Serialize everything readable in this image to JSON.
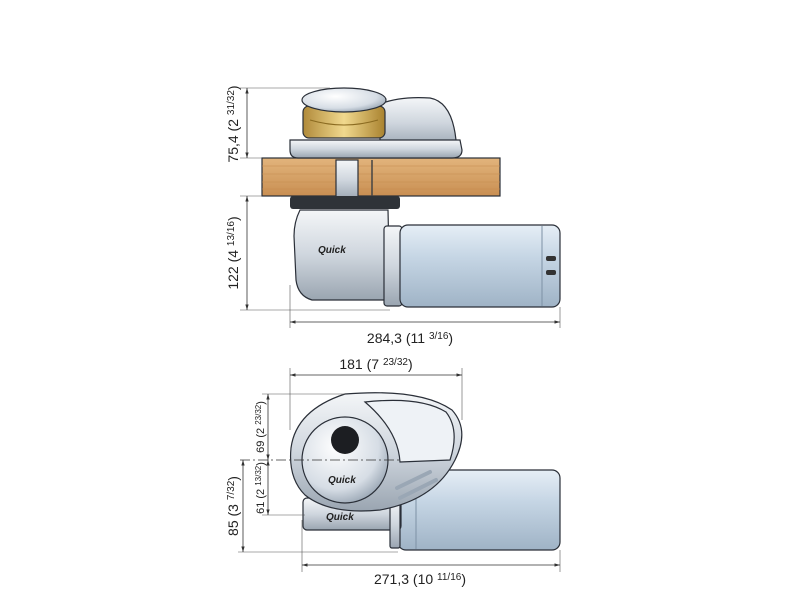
{
  "drawing": {
    "side_view": {
      "height_above_deck": {
        "main": "75,4 (2 ",
        "frac": "31/32",
        "close": ")"
      },
      "height_below_deck": {
        "main": "122 (4 ",
        "frac": "13/16",
        "close": ")"
      },
      "total_length": {
        "main": "284,3 (11 ",
        "frac": "3/16",
        "close": ")"
      }
    },
    "top_view": {
      "housing_length": {
        "main": "181 (7 ",
        "frac": "23/32",
        "close": ")"
      },
      "front_to_center": {
        "main": "69 (2 ",
        "frac": "23/32",
        "close": ")"
      },
      "center_to_gearbox": {
        "main": "61 (2 ",
        "frac": "13/32",
        "close": ")"
      },
      "center_to_motor": {
        "main": "85 (3 ",
        "frac": "7/32",
        "close": ")"
      },
      "total_length": {
        "main": "271,3 (10 ",
        "frac": "11/16",
        "close": ")"
      }
    },
    "brand_logo": "Quick",
    "colors": {
      "wood": "#d8a266",
      "motor": "#c5d5e4",
      "housing": "#dde3ea",
      "gypsy": "#d9b860"
    }
  }
}
